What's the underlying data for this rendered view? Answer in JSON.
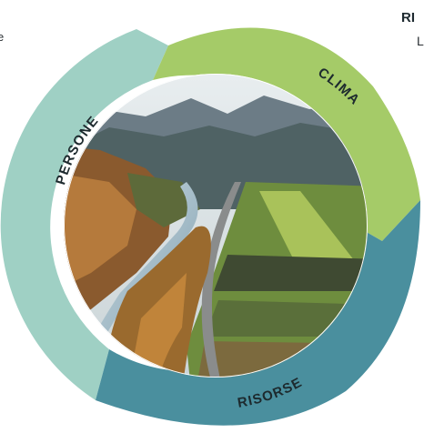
{
  "segments": [
    {
      "label": "CLIMA",
      "color": "#a5cb68"
    },
    {
      "label": "PERSONE",
      "color": "#9fd0c4"
    },
    {
      "label": "RISORSE",
      "color": "#4a8f9e"
    }
  ],
  "edge_text": {
    "left": "e",
    "right_title": "RI",
    "right_sub": "L"
  }
}
